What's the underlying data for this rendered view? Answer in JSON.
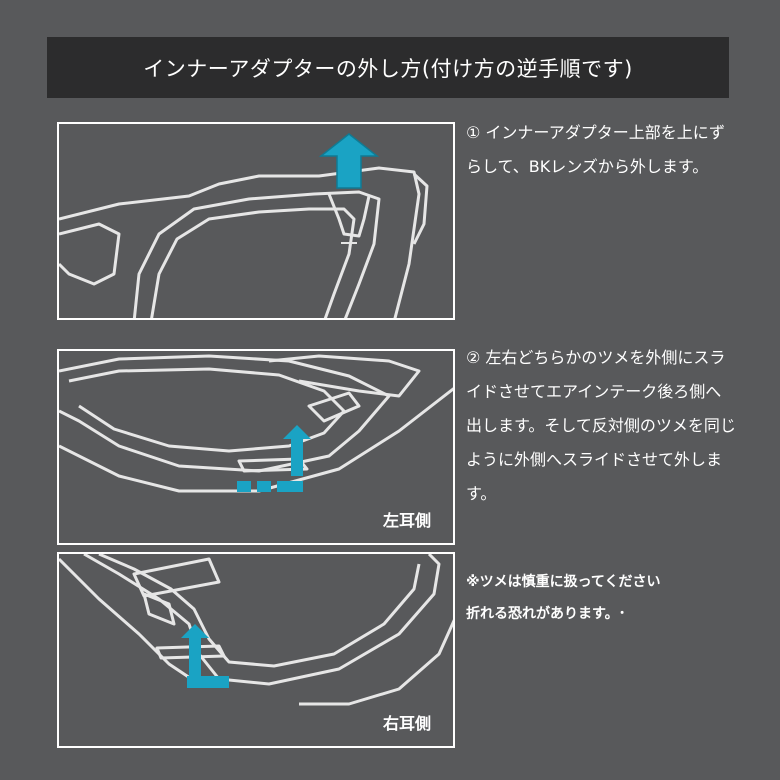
{
  "header": {
    "title": "インナーアダプターの外し方(付け方の逆手順です)"
  },
  "steps": [
    {
      "text": "① インナーアダプター上部を上にずらして、BKレンズから外します。"
    },
    {
      "text": "② 左右どちらかのツメを外側にスライドさせてエアインテーク後ろ側へ出します。そして反対側のツメを同じように外側へスライドさせて外します。"
    }
  ],
  "panels": {
    "left_ear_label": "左耳側",
    "right_ear_label": "右耳側"
  },
  "note": {
    "line1": "※ツメは慎重に扱ってください",
    "line2": "折れる恐れがあります。･"
  },
  "colors": {
    "background": "#58595b",
    "header_bg": "#2c2c2d",
    "arrow": "#1aa3c4",
    "outline": "#d9d9d9"
  }
}
